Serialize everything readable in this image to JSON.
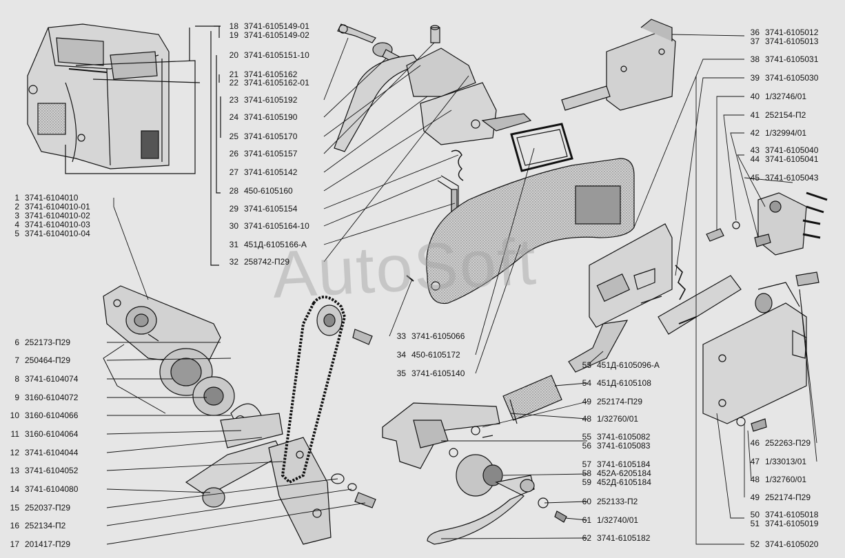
{
  "watermark": "AutoSoft",
  "parts_left": [
    {
      "n": "1",
      "code": "3741-6104010"
    },
    {
      "n": "2",
      "code": "3741-6104010-01"
    },
    {
      "n": "3",
      "code": "3741-6104010-02"
    },
    {
      "n": "4",
      "code": "3741-6104010-03"
    },
    {
      "n": "5",
      "code": "3741-6104010-04"
    },
    {
      "n": "6",
      "code": "252173-П29"
    },
    {
      "n": "7",
      "code": "250464-П29"
    },
    {
      "n": "8",
      "code": "3741-6104074"
    },
    {
      "n": "9",
      "code": "3160-6104072"
    },
    {
      "n": "10",
      "code": "3160-6104066"
    },
    {
      "n": "11",
      "code": "3160-6104064"
    },
    {
      "n": "12",
      "code": "3741-6104044"
    },
    {
      "n": "13",
      "code": "3741-6104052"
    },
    {
      "n": "14",
      "code": "3741-6104080"
    },
    {
      "n": "15",
      "code": "252037-П29"
    },
    {
      "n": "16",
      "code": "252134-П2"
    },
    {
      "n": "17",
      "code": "201417-П29"
    }
  ],
  "parts_center": [
    {
      "n": "18",
      "code": "3741-6105149-01"
    },
    {
      "n": "19",
      "code": "3741-6105149-02"
    },
    {
      "n": "20",
      "code": "3741-6105151-10"
    },
    {
      "n": "21",
      "code": "3741-6105162"
    },
    {
      "n": "22",
      "code": "3741-6105162-01"
    },
    {
      "n": "23",
      "code": "3741-6105192"
    },
    {
      "n": "24",
      "code": "3741-6105190"
    },
    {
      "n": "25",
      "code": "3741-6105170"
    },
    {
      "n": "26",
      "code": "3741-6105157"
    },
    {
      "n": "27",
      "code": "3741-6105142"
    },
    {
      "n": "28",
      "code": "450-6105160"
    },
    {
      "n": "29",
      "code": "3741-6105154"
    },
    {
      "n": "30",
      "code": "3741-6105164-10"
    },
    {
      "n": "31",
      "code": "451Д-6105166-А"
    },
    {
      "n": "32",
      "code": "258742-П29"
    },
    {
      "n": "33",
      "code": "3741-6105066"
    },
    {
      "n": "34",
      "code": "450-6105172"
    },
    {
      "n": "35",
      "code": "3741-6105140"
    }
  ],
  "parts_right": [
    {
      "n": "36",
      "code": "3741-6105012"
    },
    {
      "n": "37",
      "code": "3741-6105013"
    },
    {
      "n": "38",
      "code": "3741-6105031"
    },
    {
      "n": "39",
      "code": "3741-6105030"
    },
    {
      "n": "40",
      "code": "1/32746/01"
    },
    {
      "n": "41",
      "code": "252154-П2"
    },
    {
      "n": "42",
      "code": "1/32994/01"
    },
    {
      "n": "43",
      "code": "3741-6105040"
    },
    {
      "n": "44",
      "code": "3741-6105041"
    },
    {
      "n": "45",
      "code": "3741-6105043"
    },
    {
      "n": "46",
      "code": "252263-П29"
    },
    {
      "n": "47",
      "code": "1/33013/01"
    },
    {
      "n": "48",
      "code": "1/32760/01"
    },
    {
      "n": "49",
      "code": "252174-П29"
    },
    {
      "n": "50",
      "code": "3741-6105018"
    },
    {
      "n": "51",
      "code": "3741-6105019"
    },
    {
      "n": "52",
      "code": "3741-6105020"
    }
  ],
  "parts_mid": [
    {
      "n": "53",
      "code": "451Д-6105096-А"
    },
    {
      "n": "54",
      "code": "451Д-6105108"
    },
    {
      "n": "49",
      "code": "252174-П29"
    },
    {
      "n": "48",
      "code": "1/32760/01"
    },
    {
      "n": "55",
      "code": "3741-6105082"
    },
    {
      "n": "56",
      "code": "3741-6105083"
    },
    {
      "n": "57",
      "code": "3741-6105184"
    },
    {
      "n": "58",
      "code": "452А-6205184"
    },
    {
      "n": "59",
      "code": "452Д-6105184"
    },
    {
      "n": "60",
      "code": "252133-П2"
    },
    {
      "n": "61",
      "code": "1/32740/01"
    },
    {
      "n": "62",
      "code": "3741-6105182"
    }
  ]
}
